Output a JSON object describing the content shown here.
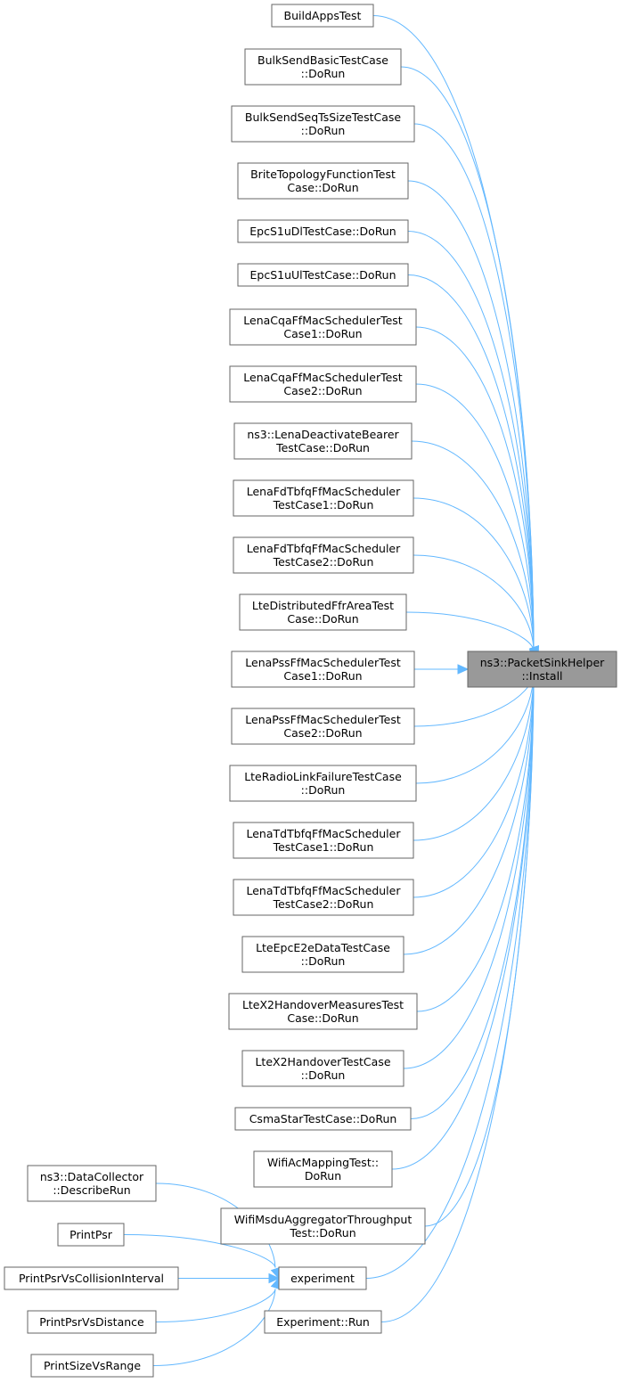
{
  "target": {
    "id": "install",
    "label": [
      "ns3::PacketSinkHelper",
      "::Install"
    ]
  },
  "nodes": [
    {
      "id": "buildappstest",
      "label": [
        "BuildAppsTest"
      ]
    },
    {
      "id": "bulksendbasic",
      "label": [
        "BulkSendBasicTestCase",
        "::DoRun"
      ]
    },
    {
      "id": "bulksendseqts",
      "label": [
        "BulkSendSeqTsSizeTestCase",
        "::DoRun"
      ]
    },
    {
      "id": "britetopology",
      "label": [
        "BriteTopologyFunctionTest",
        "Case::DoRun"
      ]
    },
    {
      "id": "epcs1udl",
      "label": [
        "EpcS1uDlTestCase::DoRun"
      ]
    },
    {
      "id": "epcs1uul",
      "label": [
        "EpcS1uUlTestCase::DoRun"
      ]
    },
    {
      "id": "lenacqa1",
      "label": [
        "LenaCqaFfMacSchedulerTest",
        "Case1::DoRun"
      ]
    },
    {
      "id": "lenacqa2",
      "label": [
        "LenaCqaFfMacSchedulerTest",
        "Case2::DoRun"
      ]
    },
    {
      "id": "lenadeactivate",
      "label": [
        "ns3::LenaDeactivateBearer",
        "TestCase::DoRun"
      ]
    },
    {
      "id": "lenafdtbfq1",
      "label": [
        "LenaFdTbfqFfMacScheduler",
        "TestCase1::DoRun"
      ]
    },
    {
      "id": "lenafdtbfq2",
      "label": [
        "LenaFdTbfqFfMacScheduler",
        "TestCase2::DoRun"
      ]
    },
    {
      "id": "ltedistributed",
      "label": [
        "LteDistributedFfrAreaTest",
        "Case::DoRun"
      ]
    },
    {
      "id": "lenapss1",
      "label": [
        "LenaPssFfMacSchedulerTest",
        "Case1::DoRun"
      ]
    },
    {
      "id": "lenapss2",
      "label": [
        "LenaPssFfMacSchedulerTest",
        "Case2::DoRun"
      ]
    },
    {
      "id": "lteradiolink",
      "label": [
        "LteRadioLinkFailureTestCase",
        "::DoRun"
      ]
    },
    {
      "id": "lenatdtbfq1",
      "label": [
        "LenaTdTbfqFfMacScheduler",
        "TestCase1::DoRun"
      ]
    },
    {
      "id": "lenatdtbfq2",
      "label": [
        "LenaTdTbfqFfMacScheduler",
        "TestCase2::DoRun"
      ]
    },
    {
      "id": "lteepce2e",
      "label": [
        "LteEpcE2eDataTestCase",
        "::DoRun"
      ]
    },
    {
      "id": "ltex2measures",
      "label": [
        "LteX2HandoverMeasuresTest",
        "Case::DoRun"
      ]
    },
    {
      "id": "ltex2handover",
      "label": [
        "LteX2HandoverTestCase",
        "::DoRun"
      ]
    },
    {
      "id": "csmastar",
      "label": [
        "CsmaStarTestCase::DoRun"
      ]
    },
    {
      "id": "wifiacmapping",
      "label": [
        "WifiAcMappingTest::",
        "DoRun"
      ]
    },
    {
      "id": "wifimsdu",
      "label": [
        "WifiMsduAggregatorThroughput",
        "Test::DoRun"
      ]
    },
    {
      "id": "experiment",
      "label": [
        "experiment"
      ]
    },
    {
      "id": "experimentrun",
      "label": [
        "Experiment::Run"
      ]
    },
    {
      "id": "datacollector",
      "label": [
        "ns3::DataCollector",
        "::DescribeRun"
      ]
    },
    {
      "id": "printpsr",
      "label": [
        "PrintPsr"
      ]
    },
    {
      "id": "printpsrcollision",
      "label": [
        "PrintPsrVsCollisionInterval"
      ]
    },
    {
      "id": "printpsrdistance",
      "label": [
        "PrintPsrVsDistance"
      ]
    },
    {
      "id": "printsizerange",
      "label": [
        "PrintSizeVsRange"
      ]
    }
  ],
  "edges": [
    {
      "from": "buildappstest",
      "to": "install"
    },
    {
      "from": "bulksendbasic",
      "to": "install"
    },
    {
      "from": "bulksendseqts",
      "to": "install"
    },
    {
      "from": "britetopology",
      "to": "install"
    },
    {
      "from": "epcs1udl",
      "to": "install"
    },
    {
      "from": "epcs1uul",
      "to": "install"
    },
    {
      "from": "lenacqa1",
      "to": "install"
    },
    {
      "from": "lenacqa2",
      "to": "install"
    },
    {
      "from": "lenadeactivate",
      "to": "install"
    },
    {
      "from": "lenafdtbfq1",
      "to": "install"
    },
    {
      "from": "lenafdtbfq2",
      "to": "install"
    },
    {
      "from": "ltedistributed",
      "to": "install"
    },
    {
      "from": "lenapss1",
      "to": "install"
    },
    {
      "from": "lenapss2",
      "to": "install"
    },
    {
      "from": "lteradiolink",
      "to": "install"
    },
    {
      "from": "lenatdtbfq1",
      "to": "install"
    },
    {
      "from": "lenatdtbfq2",
      "to": "install"
    },
    {
      "from": "lteepce2e",
      "to": "install"
    },
    {
      "from": "ltex2measures",
      "to": "install"
    },
    {
      "from": "ltex2handover",
      "to": "install"
    },
    {
      "from": "csmastar",
      "to": "install"
    },
    {
      "from": "wifiacmapping",
      "to": "install"
    },
    {
      "from": "wifimsdu",
      "to": "install"
    },
    {
      "from": "experiment",
      "to": "install"
    },
    {
      "from": "experimentrun",
      "to": "install"
    },
    {
      "from": "datacollector",
      "to": "experiment"
    },
    {
      "from": "printpsr",
      "to": "experiment"
    },
    {
      "from": "printpsrcollision",
      "to": "experiment"
    },
    {
      "from": "printpsrdistance",
      "to": "experiment"
    },
    {
      "from": "printsizerange",
      "to": "experiment"
    }
  ],
  "colors": {
    "edge": "#63b8ff",
    "node_border": "#666666",
    "target_fill": "#999999"
  }
}
